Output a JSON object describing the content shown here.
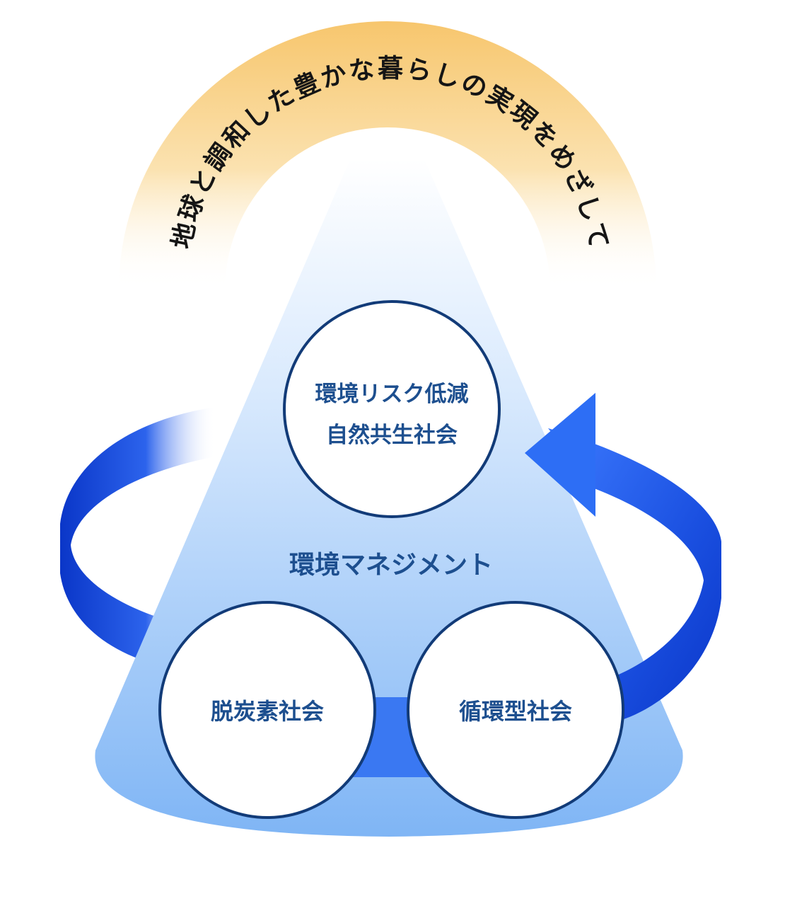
{
  "arc_title": "地球と調和した豊かな暮らしの実現をめざして",
  "center_label": "環境マネジメント",
  "circles": {
    "top": {
      "line1": "環境リスク低減",
      "line2": "自然共生社会"
    },
    "bottom_left": {
      "label": "脱炭素社会"
    },
    "bottom_right": {
      "label": "循環型社会"
    }
  },
  "colors": {
    "arc_gold": "#f7c66d",
    "cone_blue": "#84b9f7",
    "ring_blue": "#0d3fd0",
    "ring_blue_light": "#3f85ff",
    "circle_border": "#123b78",
    "label_blue": "#1d4f8f"
  }
}
